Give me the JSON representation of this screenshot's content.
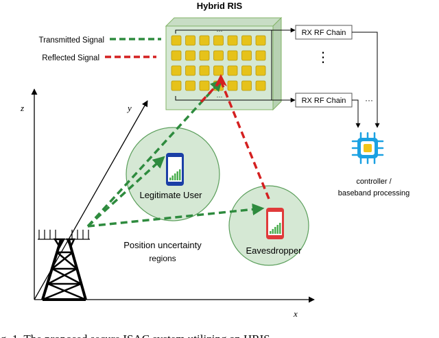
{
  "title": "Hybrid RIS",
  "legend": {
    "transmitted": "Transmitted Signal",
    "reflected": "Reflected Signal"
  },
  "rf_chain": "RX RF Chain",
  "controller_label_1": "controller /",
  "controller_label_2": "baseband processing",
  "users": {
    "legitimate": "Legitimate User",
    "eavesdropper": "Eavesdropper"
  },
  "uncertainty": {
    "line1": "Position uncertainty",
    "line2": "regions"
  },
  "axes": {
    "x": "x",
    "y": "y",
    "z": "z"
  },
  "caption": "ig. 1.  The proposed secure ISAC system utilizing an HRIS",
  "colors": {
    "ris_panel": "#d5e8d4",
    "ris_border": "#82b366",
    "element_fill": "#e6c21a",
    "transmitted": "#2e8b3e",
    "reflected": "#d42020",
    "region_fill": "#d5e8d4",
    "phone_legit": "#1b3fa6",
    "phone_eve": "#e03a3a",
    "chip": "#1ba1e2"
  },
  "icons": [
    "phone-icon",
    "signal-bars-icon",
    "chip-icon",
    "tower-icon"
  ]
}
